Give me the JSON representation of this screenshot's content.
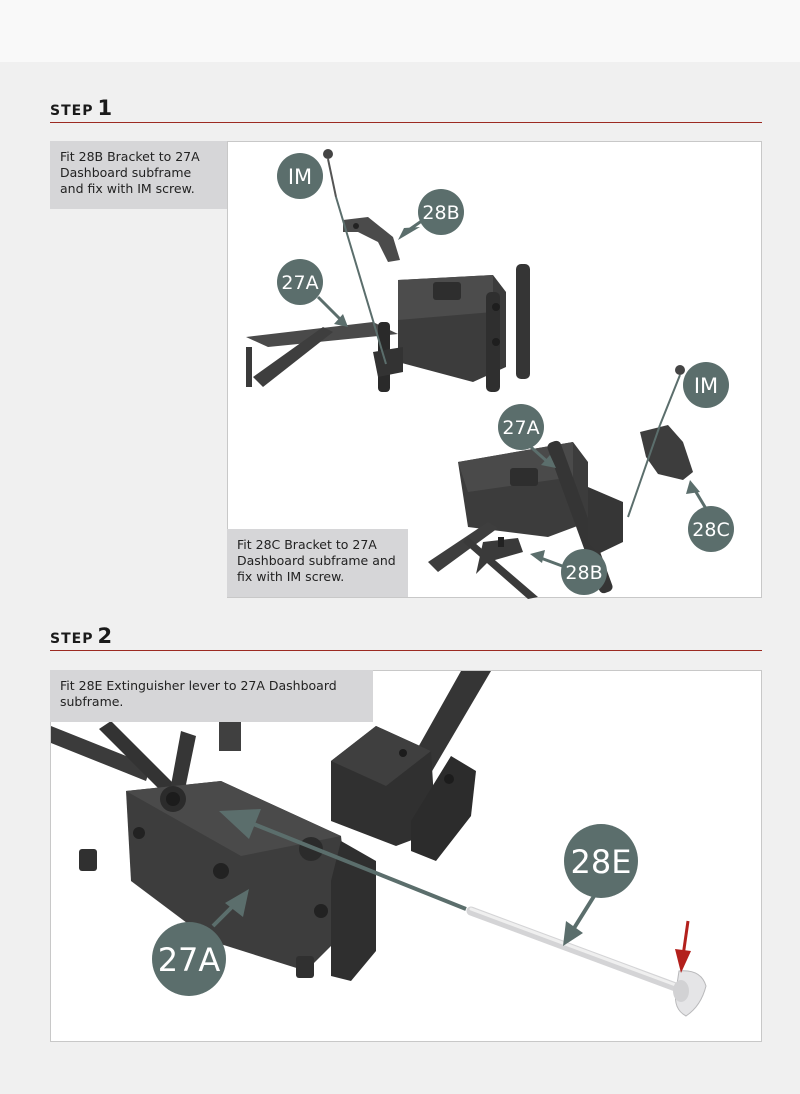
{
  "steps": [
    {
      "word": "STEP",
      "number": "1",
      "captions": [
        "Fit 28B Bracket to 27A Dashboard subframe and fix with IM screw.",
        "Fit 28C Bracket to 27A Dashboard subframe and fix with IM screw."
      ],
      "callouts": [
        "IM",
        "28B",
        "27A",
        "IM",
        "27A",
        "28C",
        "28B"
      ]
    },
    {
      "word": "STEP",
      "number": "2",
      "captions": [
        "Fit 28E Extinguisher lever to 27A Dashboard subframe."
      ],
      "callouts": [
        "28E",
        "27A"
      ]
    }
  ],
  "colors": {
    "accent_rule": "#9c2a22",
    "callout": "#5b6e6c",
    "part_dark": "#3e3e3e",
    "arrow_red": "#b3201c"
  }
}
